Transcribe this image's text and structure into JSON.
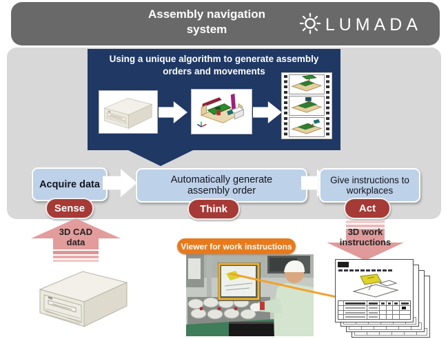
{
  "header": {
    "title": "Assembly navigation system",
    "logo_text": "LUMADA"
  },
  "algorithm_box": {
    "title": "Using a unique algorithm to generate assembly orders and movements",
    "images": [
      "3d-cad-model",
      "exploded-assembly-model",
      "assembly-steps-film-strip"
    ]
  },
  "flow": {
    "steps": [
      {
        "label": "Acquire data",
        "badge": "Sense"
      },
      {
        "label": "Automatically generate assembly order",
        "badge": "Think"
      },
      {
        "label": "Give instructions to workplaces",
        "badge": "Act"
      }
    ]
  },
  "annotations": {
    "cad_data_arrow": "3D CAD data",
    "viewer_badge": "Viewer for work instructions",
    "work_instructions_arrow": "3D work instructions"
  },
  "colors": {
    "header_bg": "#696969",
    "panel_bg": "#d8d8d8",
    "algorithm_box_bg": "#1f3864",
    "step_box_bg": "#bdd1e8",
    "badge_bg": "#a63a36",
    "arrow_salmon": "#e29a9a",
    "viewer_badge_bg": "#e87a1c",
    "connector_orange": "#f2a22e"
  }
}
